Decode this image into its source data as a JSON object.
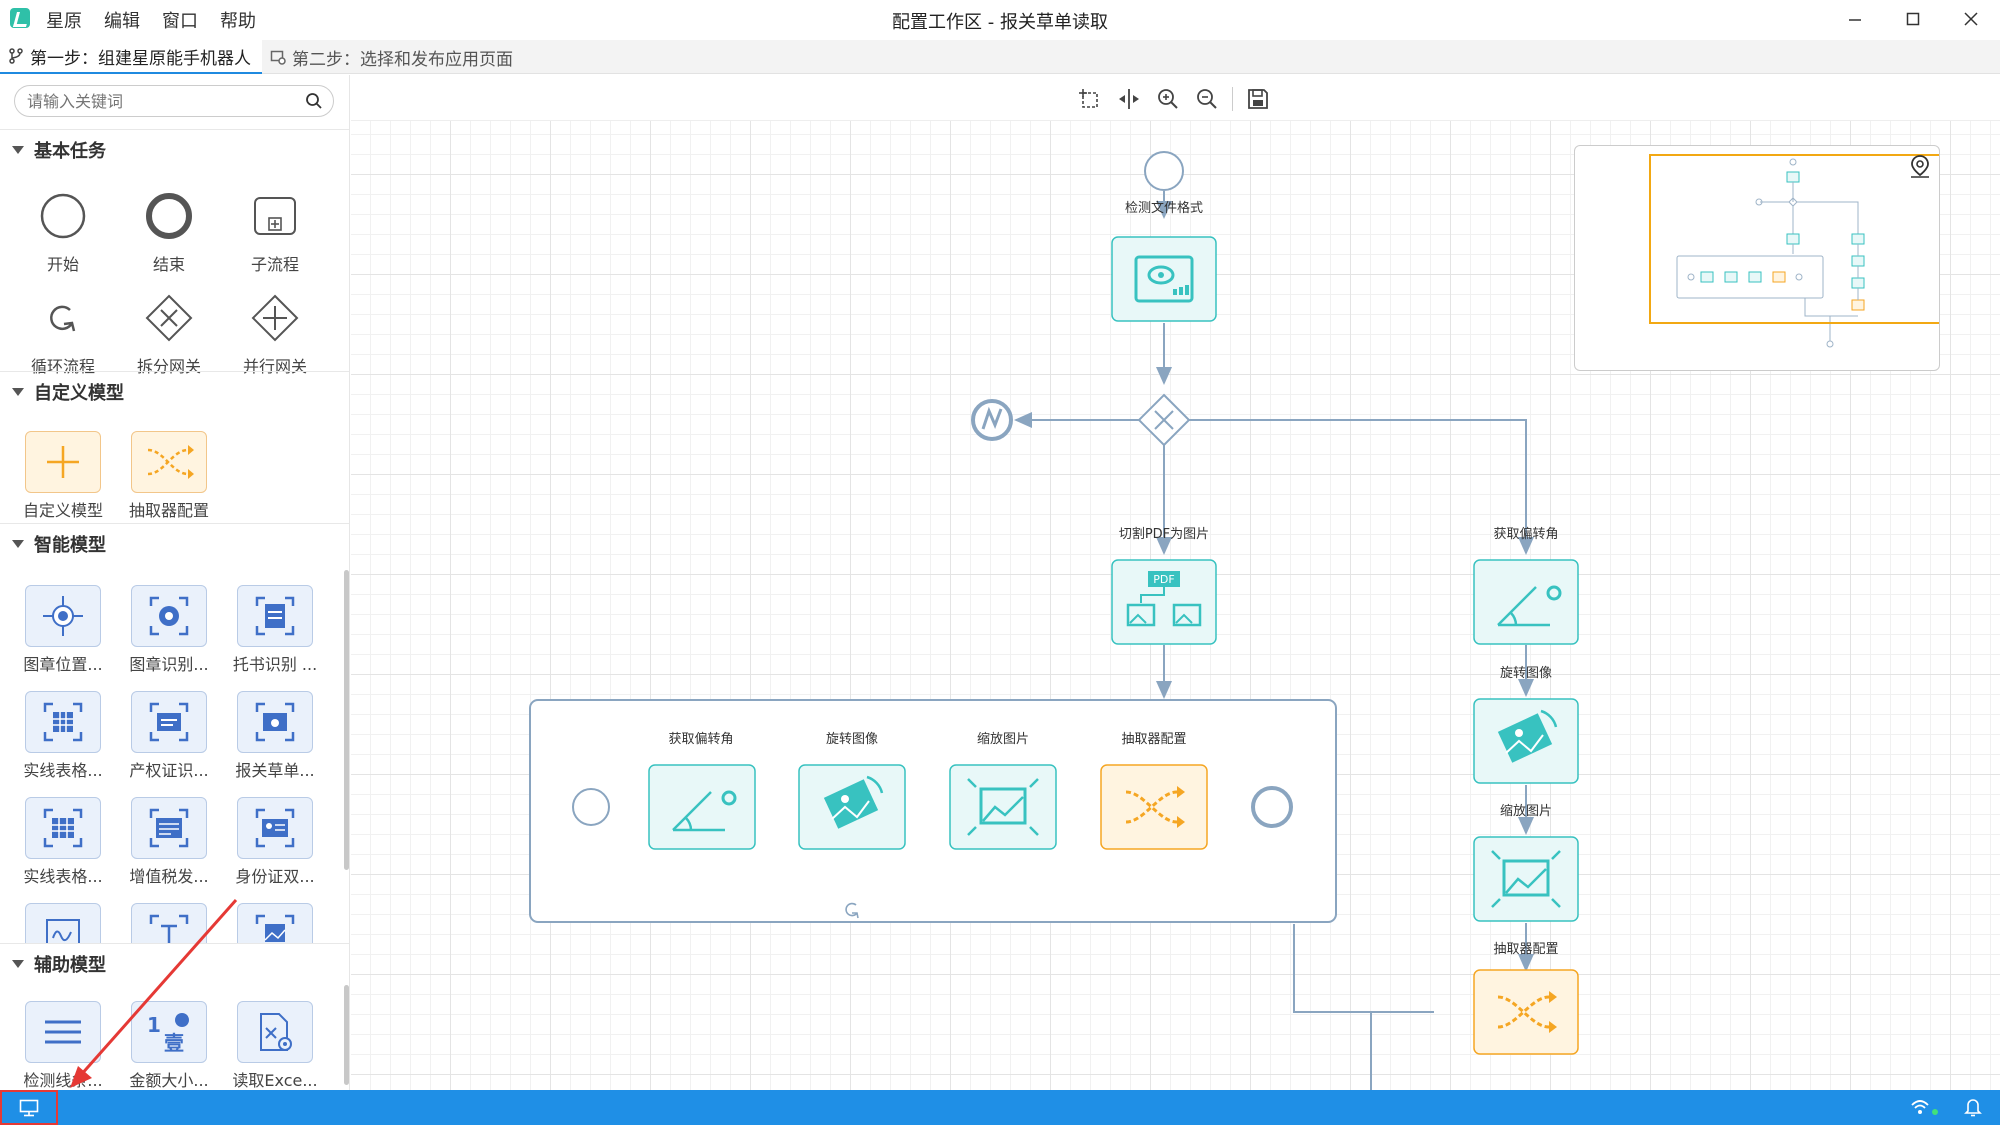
{
  "app": {
    "menu": [
      "星原",
      "编辑",
      "窗口",
      "帮助"
    ],
    "window_title": "配置工作区 - 报关草单读取",
    "window_controls": [
      "minimize-icon",
      "maximize-icon",
      "close-icon"
    ]
  },
  "steps": {
    "step1": "第一步：组建星原能手机器人",
    "step2": "第二步：选择和发布应用页面"
  },
  "left_panel": {
    "search_placeholder": "请输入关键词",
    "sections": {
      "basic": "基本任务",
      "custom": "自定义模型",
      "smart": "智能模型",
      "aux": "辅助模型"
    },
    "basic_tools": [
      "开始",
      "结束",
      "子流程",
      "循环流程",
      "拆分网关",
      "并行网关"
    ],
    "custom_tools": [
      "自定义模型",
      "抽取器配置"
    ],
    "smart_tools": [
      "图章位置...",
      "图章识别...",
      "托书识别 ...",
      "实线表格...",
      "产权证识...",
      "报关草单...",
      "实线表格...",
      "增值税发...",
      "身份证双..."
    ],
    "aux_tools": [
      "检测线条...",
      "金额大小...",
      "读取Exce..."
    ]
  },
  "diagram": {
    "labels": {
      "detect": "检测文件格式",
      "split_pdf": "切割PDF为图片",
      "get_angle_right": "获取偏转角",
      "rotate_right": "旋转图像",
      "scale_right": "缩放图片",
      "extract_right": "抽取器配置",
      "get_angle_loop": "获取偏转角",
      "rotate_loop": "旋转图像",
      "scale_loop": "缩放图片",
      "extract_loop": "抽取器配置"
    },
    "pdf_badge": "PDF"
  },
  "colors": {
    "teal": "#38c2c0",
    "teal_bg": "#e8f8f8",
    "orange": "#f5a623",
    "orange_bg": "#fff4e0",
    "status_bar": "#1f8fe6",
    "highlight": "#e53935"
  }
}
